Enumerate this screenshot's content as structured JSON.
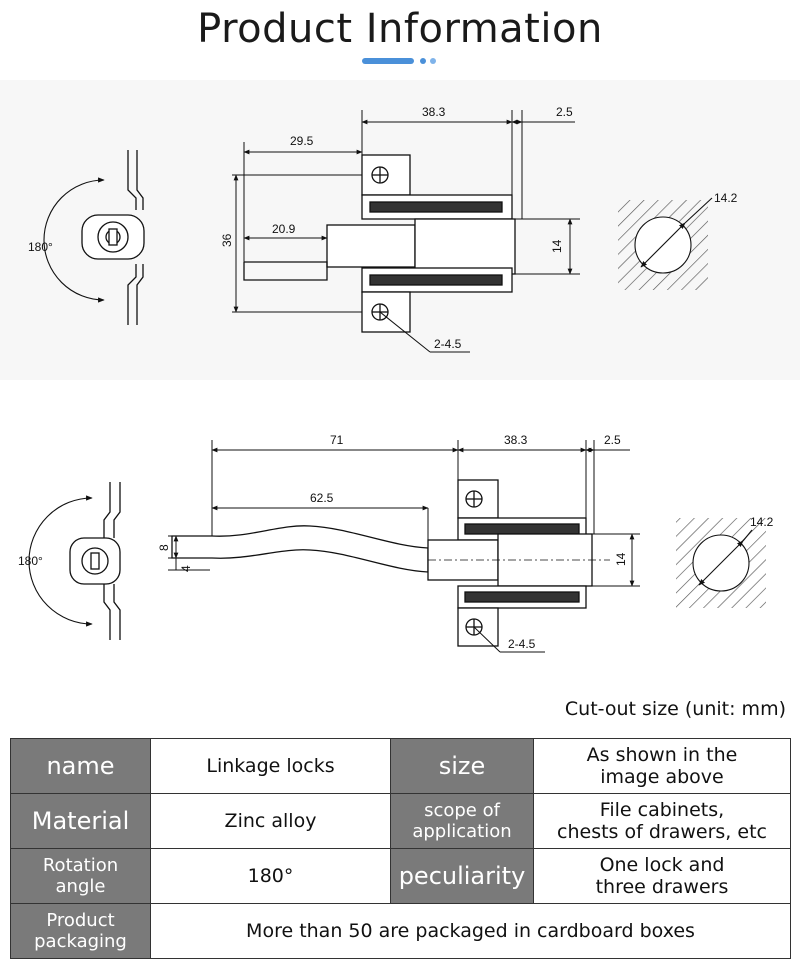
{
  "header": {
    "title": "Product Information",
    "accent_color": "#4a90d9",
    "accent_color_light": "#7fb3ea"
  },
  "drawing_top": {
    "rotation_label": "180°",
    "dims": {
      "width_a": "38.3",
      "width_b": "2.5",
      "width_c": "29.5",
      "height": "36",
      "width_d": "20.9",
      "diameter": "14",
      "holes": "2-4.5",
      "cutout": "14.2"
    }
  },
  "drawing_bottom": {
    "rotation_label": "180°",
    "dims": {
      "length_total": "71",
      "width_a": "38.3",
      "width_b": "2.5",
      "length_bar": "62.5",
      "bar_height": "8",
      "bar_offset": "4",
      "diameter": "14",
      "holes": "2-4.5",
      "cutout": "14.2"
    }
  },
  "caption": "Cut-out size (unit: mm)",
  "spec_table": {
    "name_label": "name",
    "name_value": "Linkage locks",
    "size_label": "size",
    "size_value_1": "As shown in the",
    "size_value_2": "image above",
    "material_label": "Material",
    "material_value": "Zinc alloy",
    "scope_label_1": "scope of",
    "scope_label_2": "application",
    "scope_value_1": "File cabinets,",
    "scope_value_2": "chests of drawers, etc",
    "rotation_label_1": "Rotation",
    "rotation_label_2": "angle",
    "rotation_value": "180°",
    "peculiarity_label": "peculiarity",
    "peculiarity_value_1": "One lock and",
    "peculiarity_value_2": "three drawers",
    "packaging_label_1": "Product",
    "packaging_label_2": "packaging",
    "packaging_value": "More than 50 are packaged in cardboard boxes"
  }
}
